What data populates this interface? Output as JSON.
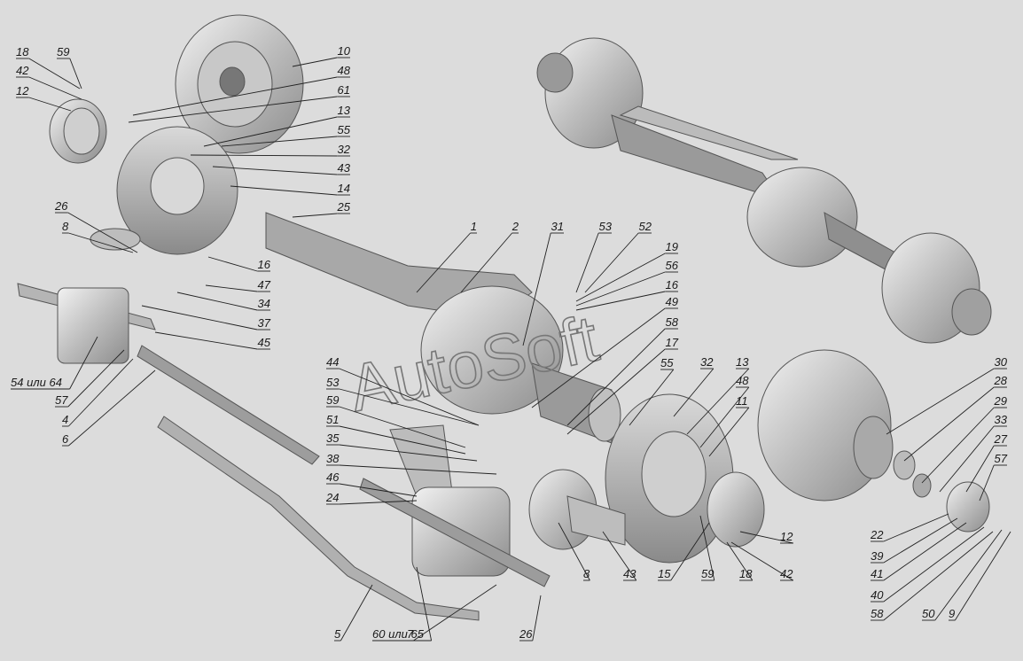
{
  "watermark": "AutoSoft",
  "callouts": [
    "18",
    "59",
    "42",
    "12",
    "10",
    "48",
    "61",
    "13",
    "55",
    "32",
    "43",
    "14",
    "25",
    "26",
    "8",
    "16",
    "47",
    "34",
    "37",
    "45",
    "54 или 64",
    "57",
    "4",
    "6",
    "1",
    "2",
    "31",
    "53",
    "52",
    "19",
    "56",
    "16",
    "49",
    "58",
    "17",
    "44",
    "53",
    "59",
    "51",
    "35",
    "38",
    "46",
    "24",
    "55",
    "32",
    "13",
    "48",
    "11",
    "30",
    "28",
    "29",
    "33",
    "27",
    "57",
    "22",
    "39",
    "41",
    "40",
    "58",
    "50",
    "9",
    "5",
    "60 или 65",
    "7",
    "26",
    "8",
    "43",
    "15",
    "59",
    "18",
    "42",
    "12"
  ]
}
